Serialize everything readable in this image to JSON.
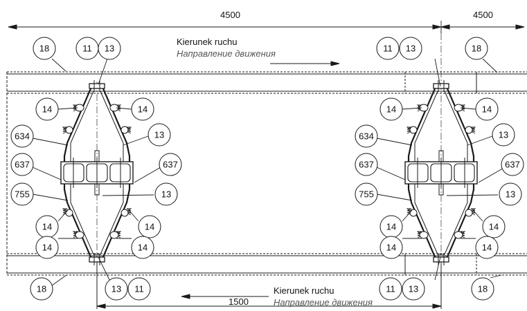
{
  "dimensions": {
    "top_left": "4500",
    "top_right": "4500",
    "bottom": "1500"
  },
  "direction": {
    "top_pl": "Kierunek ruchu",
    "top_ru": "Направление движения",
    "bottom_pl": "Kierunek ruchu",
    "bottom_ru": "Направление движения"
  },
  "callouts": {
    "c18": "18",
    "c11": "11",
    "c13": "13",
    "c14": "14",
    "c634": "634",
    "c637": "637",
    "c755": "755"
  },
  "colors": {
    "line": "#1a1a1a",
    "hidden": "#555555"
  }
}
